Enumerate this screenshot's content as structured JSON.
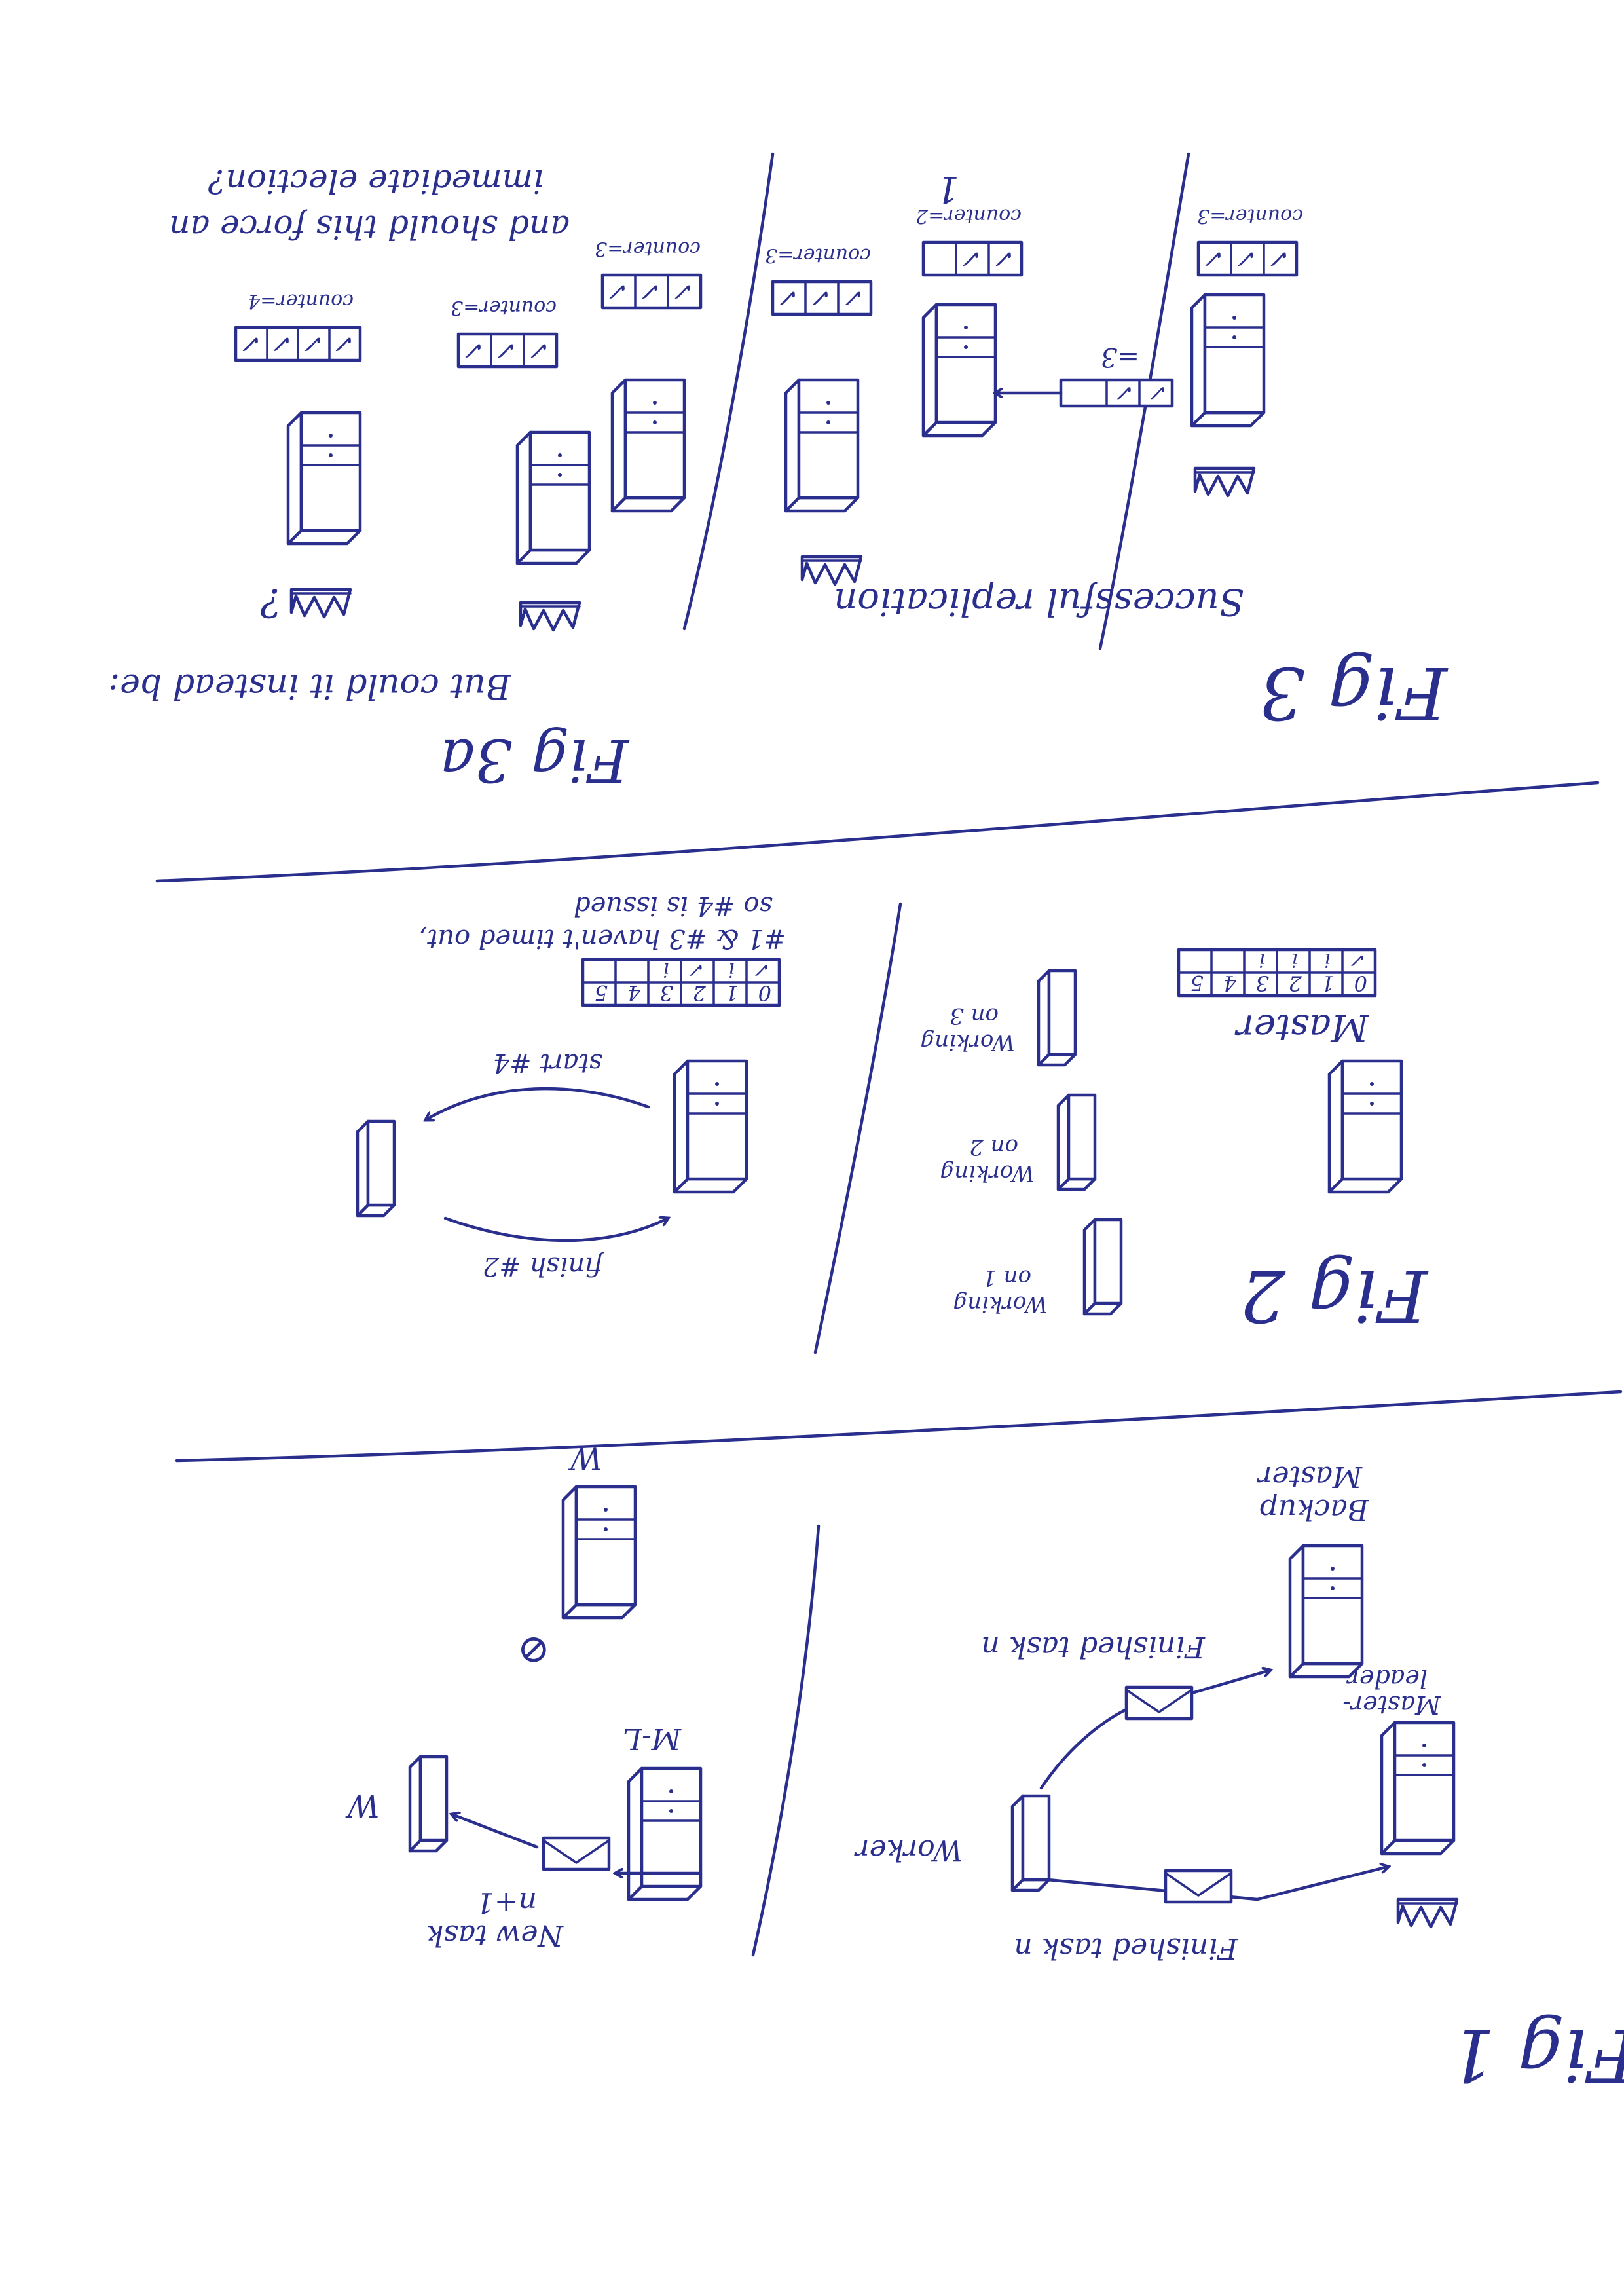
{
  "ink_color": "#2a2e8c",
  "paper_color": "#ffffff",
  "fig1": {
    "title": "Fig 1",
    "worker": "Worker",
    "finished_task_n_upper": "Finished task n",
    "finished_task_n_lower": "Finished task n",
    "backup_master": [
      "Backup",
      "Master"
    ],
    "master_leader": [
      "Master-",
      "leader"
    ],
    "ml": "M-L",
    "new_task": [
      "New task",
      "n+1"
    ],
    "w_left": "W",
    "w_right": "W",
    "null_symbol": "⊘"
  },
  "fig2": {
    "title": "Fig 2",
    "master": "Master",
    "worker_labels": [
      [
        "Working",
        "on 1"
      ],
      [
        "Working",
        "on 2"
      ],
      [
        "Working",
        "on 3"
      ]
    ],
    "master_log": {
      "index": [
        "0",
        "1",
        "2",
        "3",
        "4",
        "5"
      ],
      "marks": [
        "✓",
        "i",
        "i",
        "i",
        "",
        ""
      ]
    },
    "right_log": {
      "index": [
        "0",
        "1",
        "2",
        "3",
        "4",
        "5"
      ],
      "marks": [
        "✓",
        "i",
        "✓",
        "i",
        "",
        ""
      ]
    },
    "start_label": "start #4",
    "finish_label": "finish #2",
    "note_1": "#1 & #3 haven't timed out,",
    "note_2": "so #4 is issued"
  },
  "fig3": {
    "title": "Fig 3",
    "caption": "Successful replication",
    "message_label": "=3",
    "counts": [
      "counter=3",
      "counter=2",
      "counter=3",
      "counter=3"
    ],
    "extra": "1"
  },
  "fig3a": {
    "title": "Fig 3a",
    "question": "But could it instead be:",
    "counts": [
      "counter=3",
      "counter=4"
    ],
    "q_mark": "?",
    "note_1": "and should this force an",
    "note_2": "immediate election?"
  }
}
